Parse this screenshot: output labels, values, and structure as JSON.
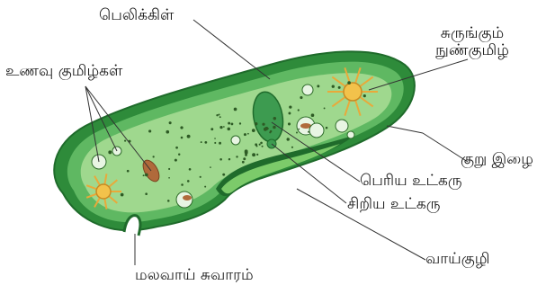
{
  "diagram": {
    "labels": {
      "pellicle": "பெலிக்கிள்",
      "food_vacuoles": "உணவு குமிழ்கள்",
      "contractile_vacuole_line1": "சுருங்கும்",
      "contractile_vacuole_line2": "நுண்குமிழ்",
      "cilia": "குறு இழை",
      "macronucleus": "பெரிய உட்கரு",
      "micronucleus": "சிறிய உட்கரு",
      "oral_groove": "வாய்குழி",
      "anal_pore": "மலவாய் சுவாரம்"
    },
    "colors": {
      "outer_green": "#2e8b3a",
      "mid_green": "#5fb862",
      "inner_green": "#9fd88e",
      "dark_green": "#1f6b2b",
      "nucleus": "#3d9b50",
      "vacuole_brown": "#b06a3b",
      "star_orange": "#e9a93a",
      "line": "#333333"
    }
  }
}
